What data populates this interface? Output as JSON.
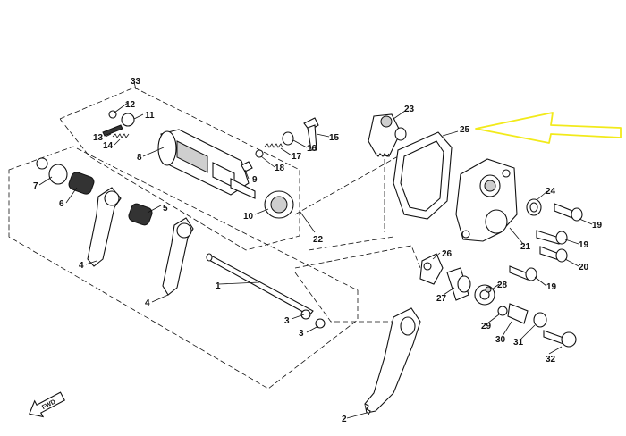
{
  "diagram": {
    "accent_color": "#f2ea1a",
    "part_labels": [
      "1",
      "2",
      "3",
      "3",
      "4",
      "4",
      "5",
      "6",
      "7",
      "8",
      "9",
      "10",
      "11",
      "12",
      "13",
      "14",
      "15",
      "16",
      "17",
      "18",
      "19",
      "19",
      "19",
      "20",
      "21",
      "22",
      "23",
      "24",
      "25",
      "26",
      "27",
      "28",
      "29",
      "30",
      "31",
      "32",
      "33"
    ],
    "fwd_label": "FWD"
  }
}
